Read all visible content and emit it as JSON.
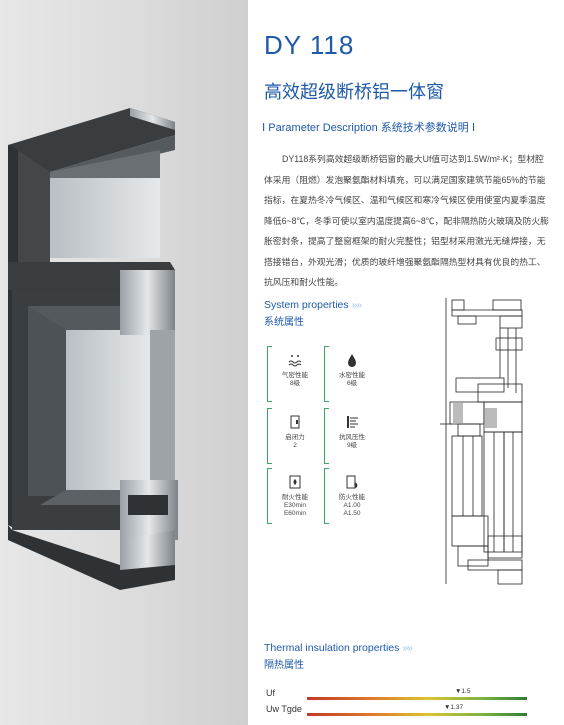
{
  "product": {
    "model": "DY 118",
    "name": "高效超级断桥铝一体窗"
  },
  "parameter_header": "Ⅰ Parameter Description  系统技术参数说明  Ⅰ",
  "description": "DY118系列高效超级断桥铝窗的最大Uf值可达到1.5W/m²·K；型材腔体采用（阻燃）发泡聚氨酯材料填充，可以满足国家建筑节能65%的节能指标，在夏热冬冷气候区、温和气候区和寒冷气候区使用使室内夏季温度降低6~8℃，冬季可使以室内温度提高6~8℃，配非隔热防火玻璃及防火膨胀密封条，提高了整窗框架的耐火完整性；铝型材采用激光无缝焊接，无搭接错台，外观光滑；优质的玻纤增强聚氨酯隔热型材具有优良的热工、抗风压和耐火性能。",
  "system_properties": {
    "title_en": "System properties",
    "title_cn": "系统属性",
    "arrows": "»»",
    "items": [
      {
        "icon": "air-tightness-icon",
        "label": "气密性能\n8级"
      },
      {
        "icon": "water-tightness-icon",
        "label": "水密性能\n6级"
      },
      {
        "icon": "door-handle-icon",
        "label": "启闭力\n2"
      },
      {
        "icon": "wind-pressure-icon",
        "label": "抗风压性\n9级"
      },
      {
        "icon": "fire-resistance-icon",
        "label": "耐火性能\nE30min\nE60min"
      },
      {
        "icon": "fire-rating-icon",
        "label": "防火性能\nA1.00\nA1.50"
      }
    ]
  },
  "thermal": {
    "title_en": "Thermal insulation properties",
    "title_cn": "隔热属性",
    "arrows": "»»",
    "rows": [
      {
        "label": "Uf",
        "marker": "▼1.5",
        "value": 1.5
      },
      {
        "label": "Uw Tgde",
        "marker": "▼1.37",
        "value": 1.37
      }
    ]
  },
  "colors": {
    "brand_blue": "#1e5aa8",
    "accent_green": "#3aa86a",
    "frame_dark": "#3a3d40"
  }
}
